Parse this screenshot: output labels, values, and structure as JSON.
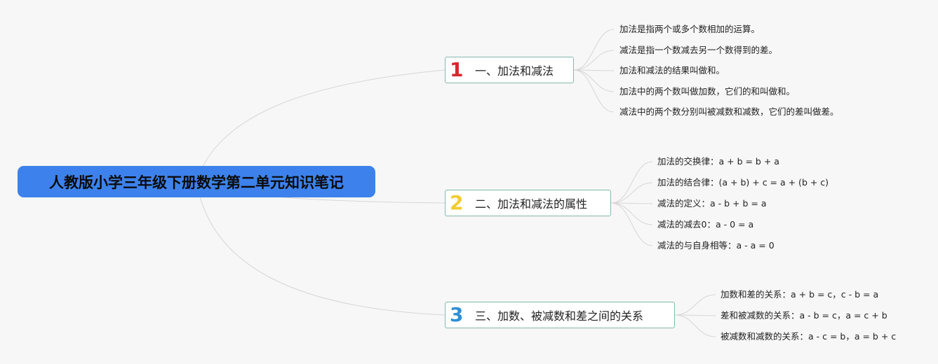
{
  "root": {
    "title": "人教版小学三年级下册数学第二单元知识笔记",
    "color": "#3d82ec"
  },
  "branches": [
    {
      "badge": "1",
      "badge_color": "#d9262e",
      "label": "一、加法和减法",
      "items": [
        "加法是指两个或多个数相加的运算。",
        "减法是指一个数减去另一个数得到的差。",
        "加法和减法的结果叫做和。",
        "加法中的两个数叫做加数，它们的和叫做和。",
        "减法中的两个数分别叫被减数和减数，它们的差叫做差。"
      ]
    },
    {
      "badge": "2",
      "badge_color": "#f2cc30",
      "label": "二、加法和减法的属性",
      "items": [
        "加法的交换律：a + b = b + a",
        "加法的结合律：(a + b) + c = a + (b + c)",
        "减法的定义：a - b + b = a",
        "减法的减去0：a - 0 = a",
        "减法的与自身相等：a - a = 0"
      ]
    },
    {
      "badge": "3",
      "badge_color": "#2f8fd6",
      "label": "三、加数、被减数和差之间的关系",
      "items": [
        "加数和差的关系：a + b = c，c - b = a",
        "差和被减数的关系：a - b = c，a = c + b",
        "被减数和减数的关系：a - c = b，a = b + c"
      ]
    }
  ]
}
